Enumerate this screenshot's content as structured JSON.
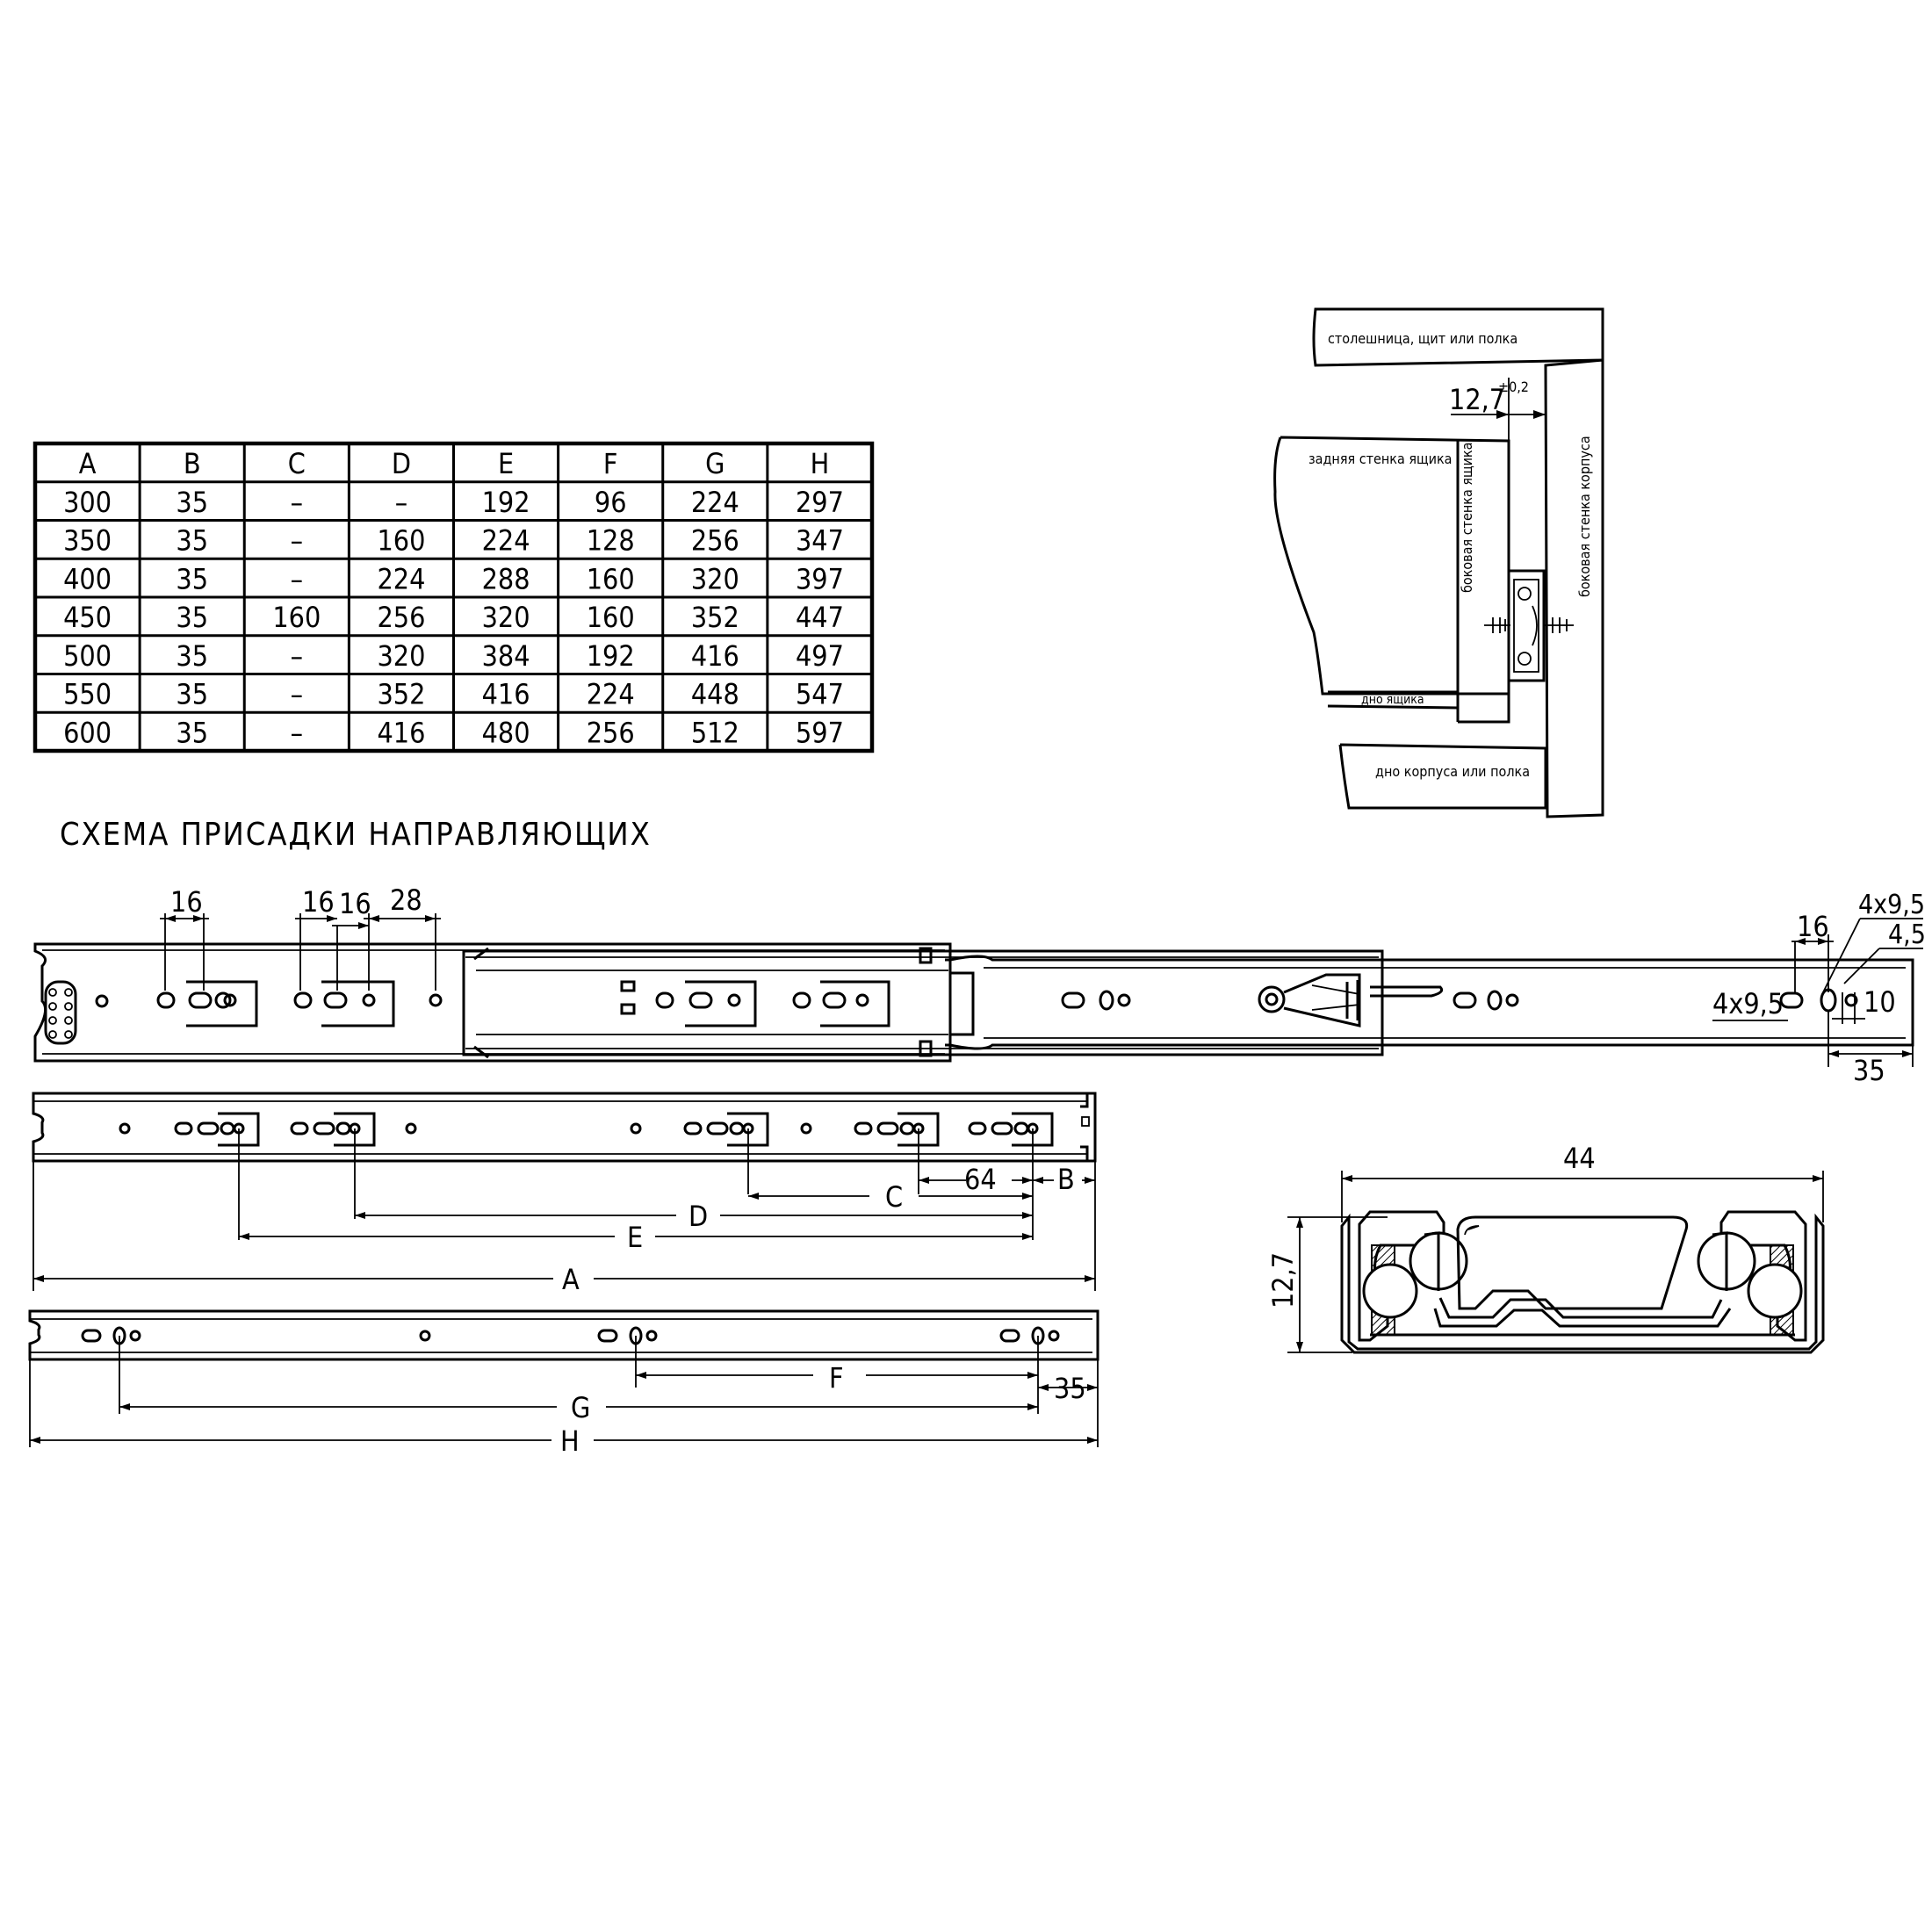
{
  "table": {
    "headers": [
      "A",
      "B",
      "C",
      "D",
      "E",
      "F",
      "G",
      "H"
    ],
    "rows": [
      [
        "300",
        "35",
        "–",
        "–",
        "192",
        "96",
        "224",
        "297"
      ],
      [
        "350",
        "35",
        "–",
        "160",
        "224",
        "128",
        "256",
        "347"
      ],
      [
        "400",
        "35",
        "–",
        "224",
        "288",
        "160",
        "320",
        "397"
      ],
      [
        "450",
        "35",
        "160",
        "256",
        "320",
        "160",
        "352",
        "447"
      ],
      [
        "500",
        "35",
        "–",
        "320",
        "384",
        "192",
        "416",
        "497"
      ],
      [
        "550",
        "35",
        "–",
        "352",
        "416",
        "224",
        "448",
        "547"
      ],
      [
        "600",
        "35",
        "–",
        "416",
        "480",
        "256",
        "512",
        "597"
      ]
    ]
  },
  "heading": "СХЕМА ПРИСАДКИ НАПРАВЛЯЮЩИХ",
  "section_labels": {
    "countertop": "столешница, щит или полка",
    "drawer_back": "задняя стенка ящика",
    "drawer_side": "боковая стенка ящика",
    "cabinet_side": "боковая стенка корпуса",
    "drawer_bottom": "дно ящика",
    "cabinet_bottom": "дно корпуса или полка",
    "gap_value": "12,7",
    "gap_tol": "±0,2"
  },
  "top_rail_dims": {
    "d1": "16",
    "d2": "16",
    "d3": "16",
    "d4": "28",
    "r16": "16",
    "r4x95_top": "4х9,5",
    "r45": "4,5",
    "r4x95": "4х9,5",
    "r10": "10",
    "r35": "35"
  },
  "drawer_rail_dims": {
    "c64": "64",
    "C": "C",
    "B": "B",
    "D": "D",
    "E": "E",
    "A": "A"
  },
  "cabinet_rail_dims": {
    "F": "F",
    "b35": "35",
    "G": "G",
    "H": "H"
  },
  "profile_dims": {
    "w44": "44",
    "h127": "12,7"
  }
}
